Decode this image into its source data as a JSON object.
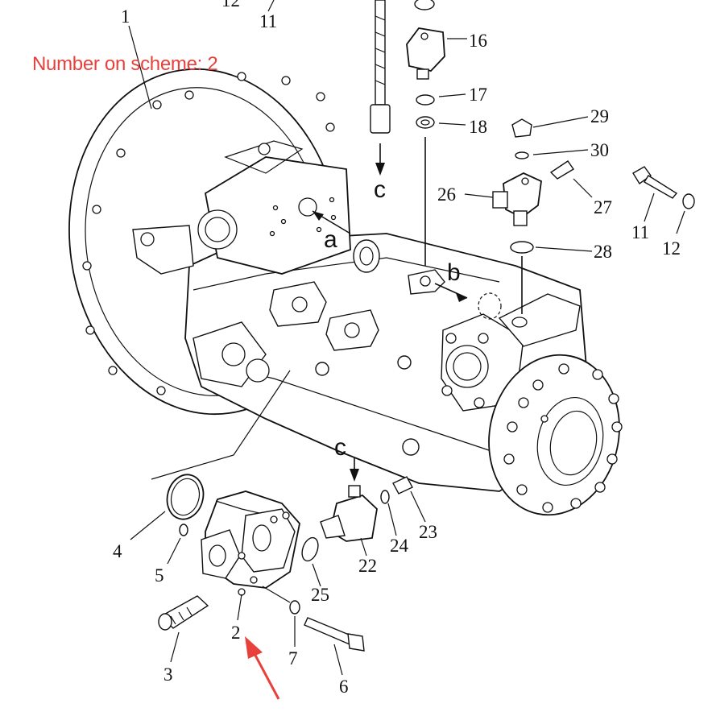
{
  "annotation": {
    "caption": "Number on scheme: 2",
    "caption_color": "#e8413c",
    "arrow_color": "#e8413c"
  },
  "callouts": [
    {
      "id": "c1",
      "text": "1"
    },
    {
      "id": "c11top",
      "text": "11"
    },
    {
      "id": "c12top",
      "text": "12"
    },
    {
      "id": "c16",
      "text": "16"
    },
    {
      "id": "c17",
      "text": "17"
    },
    {
      "id": "c18",
      "text": "18"
    },
    {
      "id": "c29",
      "text": "29"
    },
    {
      "id": "c30",
      "text": "30"
    },
    {
      "id": "c26",
      "text": "26"
    },
    {
      "id": "c27",
      "text": "27"
    },
    {
      "id": "c11",
      "text": "11"
    },
    {
      "id": "c12",
      "text": "12"
    },
    {
      "id": "c28",
      "text": "28"
    },
    {
      "id": "c4",
      "text": "4"
    },
    {
      "id": "c5",
      "text": "5"
    },
    {
      "id": "c2",
      "text": "2"
    },
    {
      "id": "c3",
      "text": "3"
    },
    {
      "id": "c7",
      "text": "7"
    },
    {
      "id": "c6",
      "text": "6"
    },
    {
      "id": "c25",
      "text": "25"
    },
    {
      "id": "c22",
      "text": "22"
    },
    {
      "id": "c24",
      "text": "24"
    },
    {
      "id": "c23",
      "text": "23"
    }
  ],
  "flow_labels": [
    {
      "id": "la",
      "text": "a"
    },
    {
      "id": "lb",
      "text": "b"
    },
    {
      "id": "lc1",
      "text": "c"
    },
    {
      "id": "lc2",
      "text": "c"
    }
  ]
}
